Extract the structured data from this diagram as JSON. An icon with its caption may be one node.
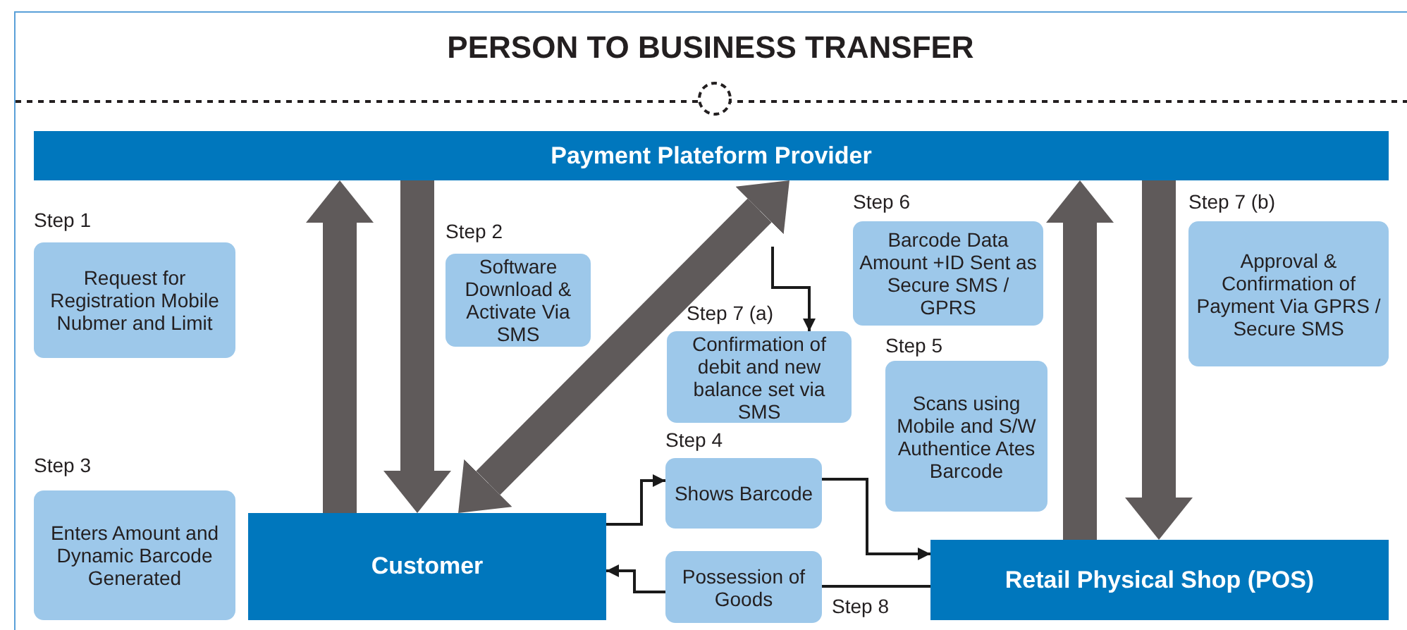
{
  "diagram": {
    "title": "PERSON TO BUSINESS TRANSFER",
    "nodes": [
      {
        "text": [
          "Payment Plateform Provider"
        ]
      },
      {
        "text": [
          "Customer"
        ]
      },
      {
        "text": [
          "Retail Physical Shop (POS)"
        ]
      },
      {
        "text": [
          "Step 1",
          "Request for Registration Mobile Nubmer and Limit"
        ]
      },
      {
        "text": [
          "Step 2",
          "Software Download & Activate Via SMS"
        ]
      },
      {
        "text": [
          "Step 3",
          "Enters Amount and Dynamic Barcode Generated"
        ]
      },
      {
        "text": [
          "Step 7 (a)",
          "Confirmation of debit and new balance set via SMS"
        ]
      },
      {
        "text": [
          "Step 4",
          "Shows Barcode"
        ]
      },
      {
        "text": [
          "Possession of Goods",
          "Step 8"
        ]
      },
      {
        "text": [
          "Step 6",
          "Barcode Data Amount +ID Sent as Secure SMS / GPRS"
        ]
      },
      {
        "text": [
          "Step 5",
          "Scans using Mobile and S/W Authentice Ates Barcode"
        ]
      },
      {
        "text": [
          "Step 7 (b)",
          "Approval & Confirmation of Payment Via GPRS / Secure SMS"
        ]
      }
    ],
    "edges": [
      {
        "from": 1,
        "to": 0,
        "arrow": "to",
        "style": "thick",
        "color": "#5f5a5a"
      },
      {
        "from": 0,
        "to": 1,
        "arrow": "to",
        "style": "thick",
        "color": "#5f5a5a"
      },
      {
        "from": 0,
        "to": 1,
        "arrow": "both",
        "style": "thick",
        "color": "#5f5a5a"
      },
      {
        "from": null,
        "to": 6,
        "arrow": "to"
      },
      {
        "from": 1,
        "to": 7,
        "arrow": "to"
      },
      {
        "from": 7,
        "to": 2,
        "arrow": "to"
      },
      {
        "from": 2,
        "to": 8,
        "arrow": "none"
      },
      {
        "from": 8,
        "to": 1,
        "arrow": "to"
      },
      {
        "from": 2,
        "to": 0,
        "arrow": "to",
        "style": "thick",
        "color": "#5f5a5a"
      },
      {
        "from": 0,
        "to": 2,
        "arrow": "to",
        "style": "thick",
        "color": "#5f5a5a"
      }
    ]
  }
}
